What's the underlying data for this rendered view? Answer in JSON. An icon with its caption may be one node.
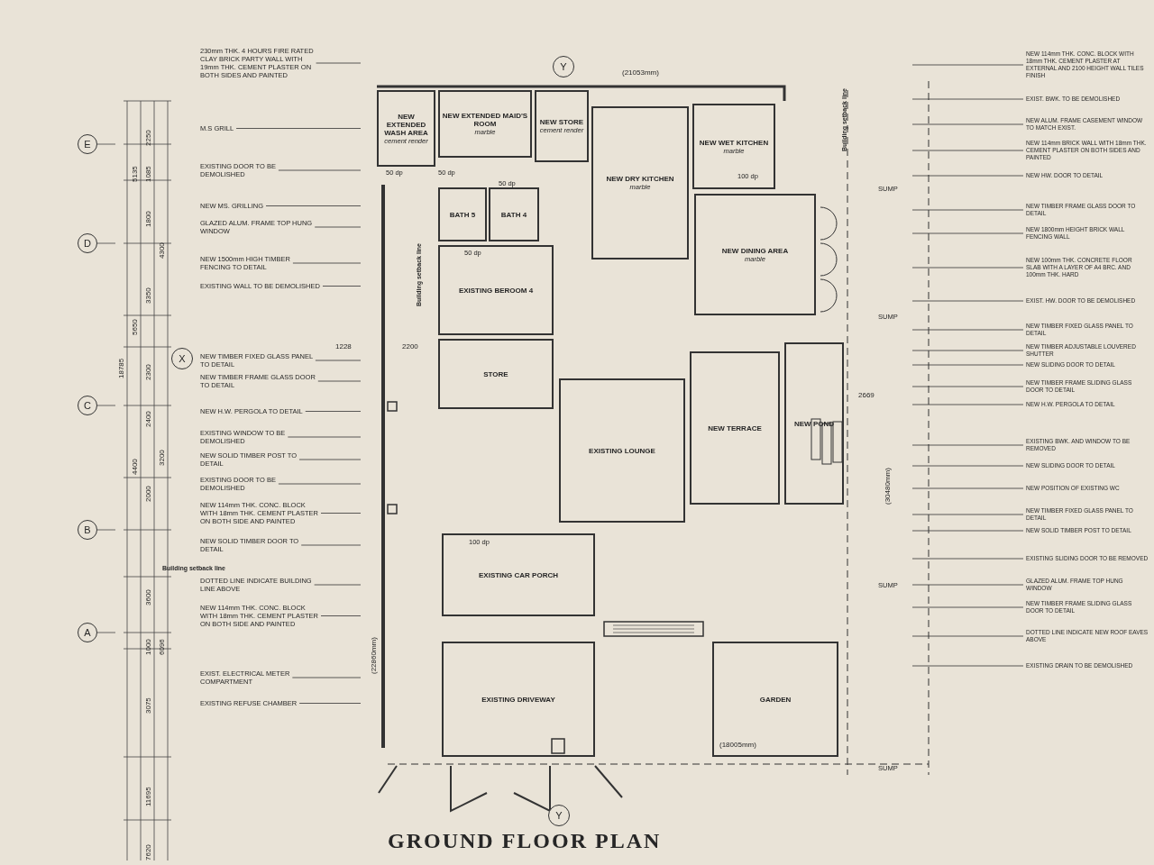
{
  "diagram": {
    "title": "GROUND FLOOR PLAN",
    "nodes": [
      {
        "text": [
          "NEW EXTENDED WASH AREA",
          "cement render"
        ]
      },
      {
        "text": [
          "NEW EXTENDED MAID'S ROOM",
          "marble"
        ]
      },
      {
        "text": [
          "NEW STORE",
          "cement render"
        ]
      },
      {
        "text": [
          "NEW DRY KITCHEN",
          "marble"
        ]
      },
      {
        "text": [
          "NEW WET KITCHEN",
          "marble"
        ]
      },
      {
        "text": [
          "BATH 5"
        ]
      },
      {
        "text": [
          "BATH 4"
        ]
      },
      {
        "text": [
          "EXISTING BEROOM 4"
        ]
      },
      {
        "text": [
          "NEW DINING AREA",
          "marble"
        ]
      },
      {
        "text": [
          "STORE"
        ]
      },
      {
        "text": [
          "NEW POND"
        ]
      },
      {
        "text": [
          "EXISTING LOUNGE"
        ]
      },
      {
        "text": [
          "NEW TERRACE"
        ]
      },
      {
        "text": [
          "EXISTING CAR PORCH"
        ]
      },
      {
        "text": [
          "EXISTING DRIVEWAY"
        ]
      },
      {
        "text": [
          "GARDEN"
        ]
      },
      {
        "text": [
          "230mm THK. 4 HOURS FIRE RATED CLAY BRICK PARTY WALL WITH 19mm THK. CEMENT PLASTER ON BOTH SIDES AND PAINTED"
        ]
      },
      {
        "text": [
          "M.S GRILL"
        ]
      },
      {
        "text": [
          "EXISTING DOOR TO BE DEMOLISHED"
        ]
      },
      {
        "text": [
          "NEW MS. GRILLING"
        ]
      },
      {
        "text": [
          "GLAZED ALUM. FRAME TOP HUNG WINDOW"
        ]
      },
      {
        "text": [
          "NEW 1500mm HIGH TIMBER FENCING TO DETAIL"
        ]
      },
      {
        "text": [
          "EXISTING WALL TO BE DEMOLISHED"
        ]
      },
      {
        "text": [
          "NEW TIMBER FIXED GLASS PANEL TO DETAIL"
        ]
      },
      {
        "text": [
          "NEW TIMBER FRAME GLASS DOOR TO DETAIL"
        ]
      },
      {
        "text": [
          "NEW H.W. PERGOLA TO DETAIL"
        ]
      },
      {
        "text": [
          "EXISTING WINDOW TO BE DEMOLISHED"
        ]
      },
      {
        "text": [
          "NEW SOLID TIMBER POST TO DETAIL"
        ]
      },
      {
        "text": [
          "EXISTING DOOR TO BE DEMOLISHED"
        ]
      },
      {
        "text": [
          "NEW 114mm THK. CONC. BLOCK WITH 18mm THK. CEMENT PLASTER ON BOTH SIDE AND PAINTED"
        ]
      },
      {
        "text": [
          "NEW SOLID TIMBER DOOR TO DETAIL"
        ]
      },
      {
        "text": [
          "DOTTED LINE INDICATE BUILDING LINE ABOVE"
        ]
      },
      {
        "text": [
          "NEW 114mm THK. CONC. BLOCK WITH 18mm THK. CEMENT PLASTER ON BOTH SIDE AND PAINTED"
        ]
      },
      {
        "text": [
          "EXIST. ELECTRICAL METER COMPARTMENT"
        ]
      },
      {
        "text": [
          "EXISTING REFUSE CHAMBER"
        ]
      },
      {
        "text": [
          "NEW 114mm THK. CONC. BLOCK WITH 18mm THK. CEMENT PLASTER AT EXTERNAL AND 2100 HEIGHT WALL TILES FINISH"
        ]
      },
      {
        "text": [
          "EXIST. BWK. TO BE DEMOLISHED"
        ]
      },
      {
        "text": [
          "NEW ALUM. FRAME CASEMENT WINDOW TO MATCH EXIST."
        ]
      },
      {
        "text": [
          "NEW 114mm BRICK WALL WITH 18mm THK. CEMENT PLASTER ON BOTH SIDES AND PAINTED"
        ]
      },
      {
        "text": [
          "NEW HW. DOOR TO DETAIL"
        ]
      },
      {
        "text": [
          "NEW TIMBER FRAME GLASS DOOR TO DETAIL"
        ]
      },
      {
        "text": [
          "NEW 1800mm HEIGHT BRICK WALL FENCING WALL"
        ]
      },
      {
        "text": [
          "NEW 100mm THK. CONCRETE FLOOR SLAB WITH A LAYER OF A4 BRC. AND 100mm THK. HARD"
        ]
      },
      {
        "text": [
          "EXIST. HW. DOOR TO BE DEMOLISHED"
        ]
      },
      {
        "text": [
          "NEW TIMBER FIXED GLASS PANEL TO DETAIL"
        ]
      },
      {
        "text": [
          "NEW TIMBER ADJUSTABLE LOUVERED SHUTTER"
        ]
      },
      {
        "text": [
          "NEW SLIDING DOOR TO DETAIL"
        ]
      },
      {
        "text": [
          "NEW TIMBER FRAME SLIDING GLASS DOOR TO DETAIL"
        ]
      },
      {
        "text": [
          "NEW H.W. PERGOLA TO DETAIL"
        ]
      },
      {
        "text": [
          "EXISTING BWK. AND WINDOW TO BE REMOVED"
        ]
      },
      {
        "text": [
          "NEW SLIDING DOOR TO DETAIL"
        ]
      },
      {
        "text": [
          "NEW POSITION OF EXISTING WC"
        ]
      },
      {
        "text": [
          "NEW TIMBER FIXED GLASS PANEL TO DETAIL"
        ]
      },
      {
        "text": [
          "NEW SOLID TIMBER POST TO DETAIL"
        ]
      },
      {
        "text": [
          "EXISTING SLIDING DOOR TO BE REMOVED"
        ]
      },
      {
        "text": [
          "GLAZED ALUM. FRAME TOP HUNG WINDOW"
        ]
      },
      {
        "text": [
          "NEW TIMBER FRAME SLIDING GLASS DOOR TO DETAIL"
        ]
      },
      {
        "text": [
          "DOTTED LINE INDICATE NEW ROOF EAVES ABOVE"
        ]
      },
      {
        "text": [
          "EXISTING DRAIN TO BE DEMOLISHED"
        ]
      }
    ],
    "edges": [
      {
        "from": 16,
        "to": null,
        "arrow": "none"
      },
      {
        "from": 17,
        "to": null,
        "arrow": "none"
      },
      {
        "from": 18,
        "to": null,
        "arrow": "none"
      },
      {
        "from": 19,
        "to": null,
        "arrow": "none"
      },
      {
        "from": 20,
        "to": null,
        "arrow": "none"
      },
      {
        "from": 21,
        "to": null,
        "arrow": "none"
      },
      {
        "from": 22,
        "to": null,
        "arrow": "none"
      },
      {
        "from": 23,
        "to": null,
        "arrow": "none"
      },
      {
        "from": 24,
        "to": null,
        "arrow": "none"
      },
      {
        "from": 25,
        "to": null,
        "arrow": "none"
      },
      {
        "from": 26,
        "to": null,
        "arrow": "none"
      },
      {
        "from": 27,
        "to": null,
        "arrow": "none"
      },
      {
        "from": 28,
        "to": null,
        "arrow": "none"
      },
      {
        "from": 29,
        "to": null,
        "arrow": "none"
      },
      {
        "from": 30,
        "to": null,
        "arrow": "none"
      },
      {
        "from": 31,
        "to": null,
        "arrow": "none"
      },
      {
        "from": 32,
        "to": null,
        "arrow": "none"
      },
      {
        "from": 33,
        "to": null,
        "arrow": "none"
      },
      {
        "from": 34,
        "to": null,
        "arrow": "none"
      },
      {
        "from": 35,
        "to": null,
        "arrow": "none"
      },
      {
        "from": 36,
        "to": null,
        "arrow": "none"
      },
      {
        "from": 37,
        "to": null,
        "arrow": "none"
      },
      {
        "from": 38,
        "to": null,
        "arrow": "none"
      },
      {
        "from": 39,
        "to": null,
        "arrow": "none"
      },
      {
        "from": 40,
        "to": null,
        "arrow": "none"
      },
      {
        "from": 41,
        "to": null,
        "arrow": "none"
      },
      {
        "from": 42,
        "to": null,
        "arrow": "none"
      },
      {
        "from": 43,
        "to": null,
        "arrow": "none"
      },
      {
        "from": 44,
        "to": null,
        "arrow": "none"
      },
      {
        "from": 45,
        "to": null,
        "arrow": "none"
      },
      {
        "from": 46,
        "to": null,
        "arrow": "none"
      },
      {
        "from": 47,
        "to": null,
        "arrow": "none"
      },
      {
        "from": 48,
        "to": null,
        "arrow": "none"
      },
      {
        "from": 49,
        "to": null,
        "arrow": "none"
      },
      {
        "from": 50,
        "to": null,
        "arrow": "none"
      },
      {
        "from": 51,
        "to": null,
        "arrow": "none"
      },
      {
        "from": 52,
        "to": null,
        "arrow": "none"
      },
      {
        "from": 53,
        "to": null,
        "arrow": "none"
      },
      {
        "from": 54,
        "to": null,
        "arrow": "none"
      },
      {
        "from": 55,
        "to": null,
        "arrow": "none"
      },
      {
        "from": 56,
        "to": null,
        "arrow": "none"
      },
      {
        "from": 57,
        "to": null,
        "arrow": "none"
      },
      {
        "from": 58,
        "to": null,
        "arrow": "none"
      }
    ],
    "labels": [
      "(21053mm)",
      "Y",
      "E",
      "2250",
      "5135",
      "1085",
      "50 dp",
      "50 dp",
      "Building setback line",
      "50 dp",
      "100 dp",
      "SUMP",
      "1800",
      "D",
      "4300",
      "50 dp",
      "3350",
      "Building setback line",
      "SUMP",
      "5650",
      "X",
      "18785",
      "2300",
      "1228",
      "2200",
      "2669",
      "C",
      "2400",
      "4400",
      "3200",
      "(30480mm)",
      "2000",
      "B",
      "100 dp",
      "Building setback line",
      "SUMP",
      "3600",
      "A",
      "1000",
      "6096",
      "(22860mm)",
      "3075",
      "(18005mm)",
      "SUMP",
      "11695",
      "Y",
      "7620"
    ]
  }
}
